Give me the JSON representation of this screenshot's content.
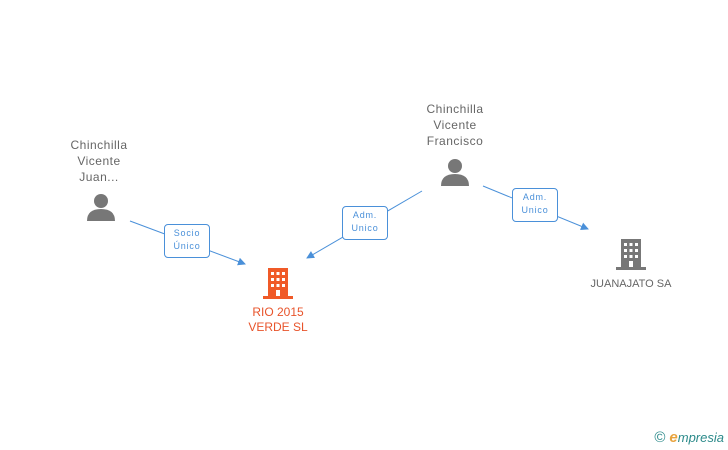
{
  "nodes": {
    "person1": {
      "line1": "Chinchilla",
      "line2": "Vicente",
      "line3": "Juan..."
    },
    "person2": {
      "line1": "Chinchilla",
      "line2": "Vicente",
      "line3": "Francisco"
    },
    "company_main": {
      "line1": "RIO 2015",
      "line2": "VERDE  SL"
    },
    "company_other": {
      "line1": "JUANAJATO SA"
    }
  },
  "edges": {
    "e1": {
      "line1": "Socio",
      "line2": "Único"
    },
    "e2": {
      "line1": "Adm.",
      "line2": "Unico"
    },
    "e3": {
      "line1": "Adm.",
      "line2": "Unico"
    }
  },
  "footer": {
    "copyright": "©",
    "brand_initial": "e",
    "brand_rest": "mpresia"
  },
  "colors": {
    "person_icon": "#777777",
    "company_main": "#f05a28",
    "company_other": "#777777",
    "edge": "#4a90d9",
    "label_text": "#666666",
    "main_label": "#e8542b"
  }
}
